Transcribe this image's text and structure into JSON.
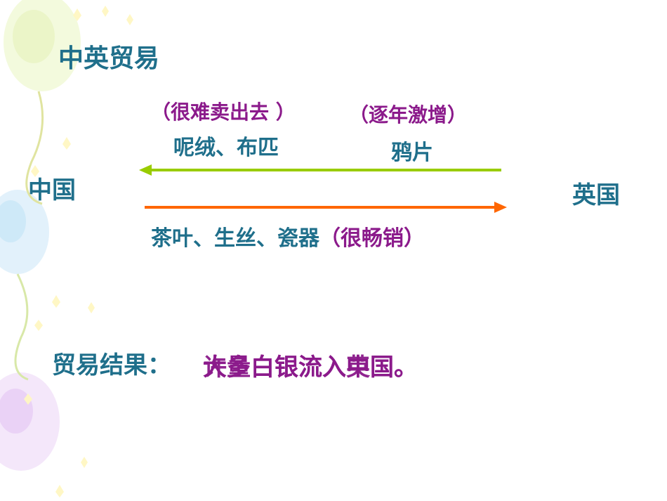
{
  "title": "中英贸易",
  "china": "中国",
  "britain": "英国",
  "top_left_note": "（很难卖出去 ）",
  "top_right_note": "（逐年激增）",
  "goods_to_china": "呢绒、布匹",
  "opium": "鸦片",
  "goods_to_britain": "茶叶、生丝、瓷器",
  "goods_to_britain_note": "（很畅销）",
  "result_label": "贸易结果：",
  "result_text_a": "大量白银流入中国。",
  "result_text_b": "许多白银流入英国。",
  "colors": {
    "teal": "#1f6f8b",
    "purple": "#8b1a8b",
    "green_arrow": "#99cc00",
    "orange_arrow": "#ff6600"
  }
}
